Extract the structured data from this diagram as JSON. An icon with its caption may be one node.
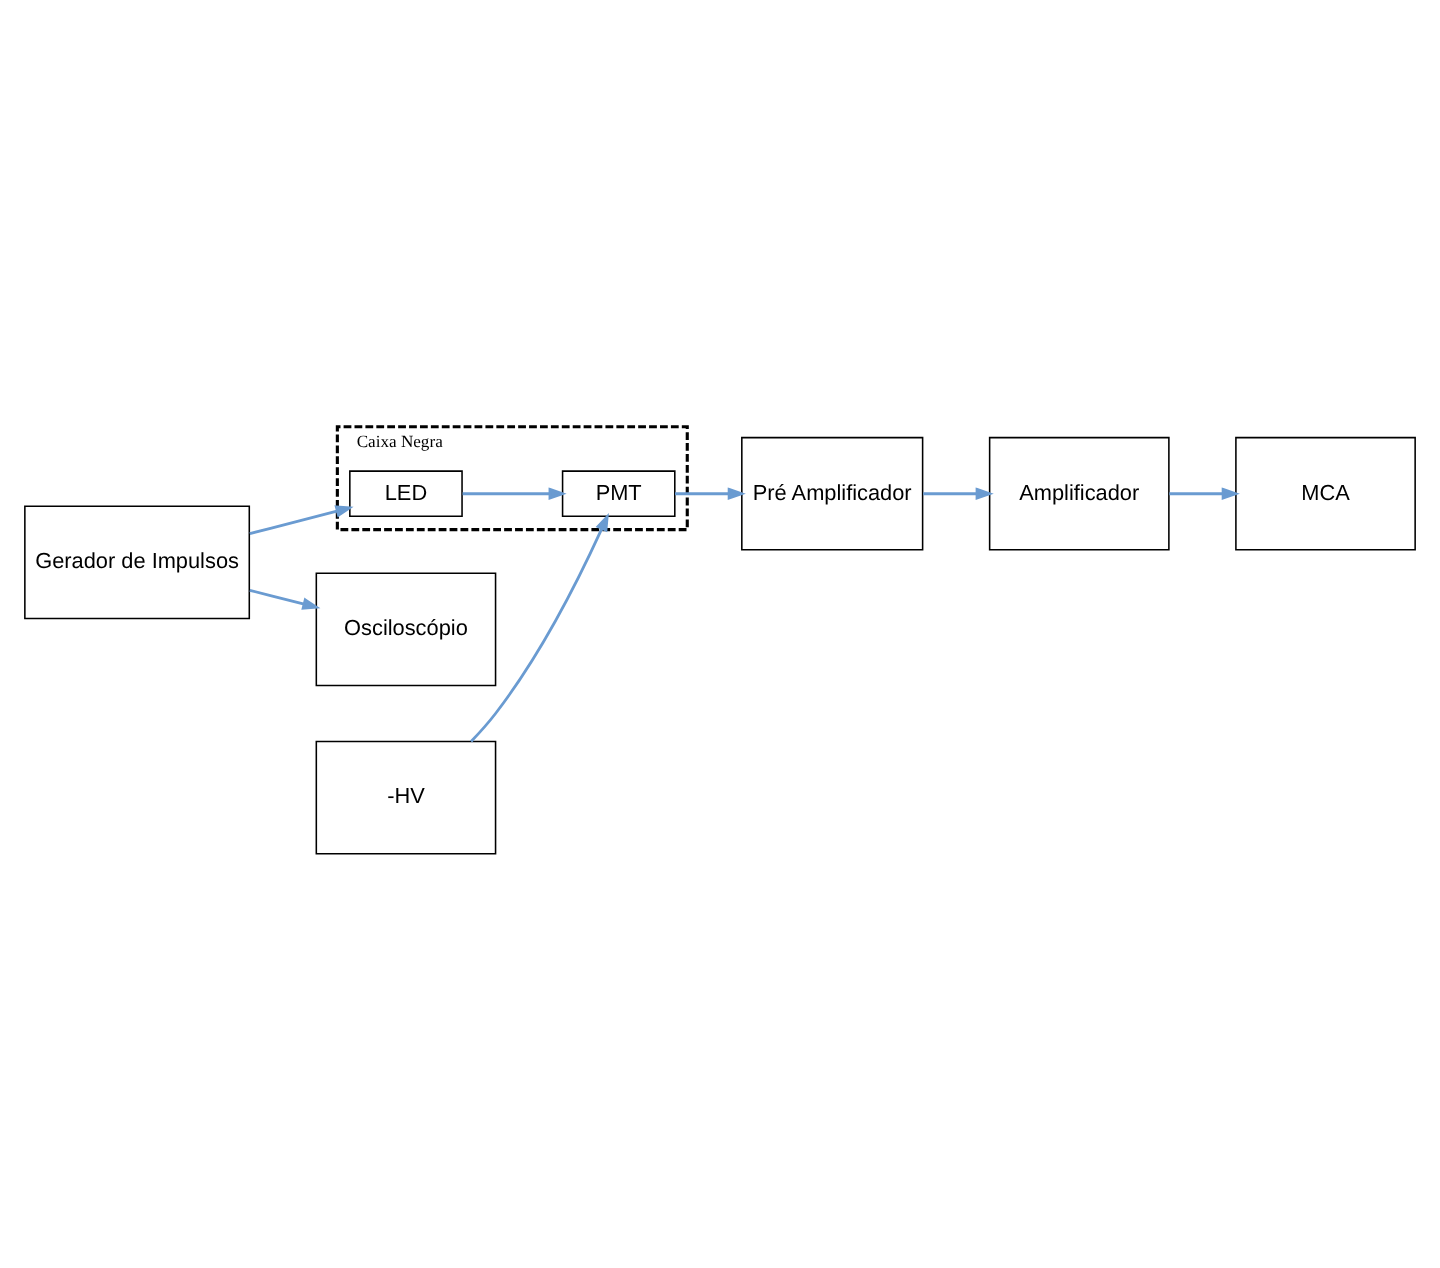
{
  "diagram": {
    "nodes": [
      {
        "text": [
          "Gerador de Impulsos"
        ]
      },
      {
        "text": [
          "Caixa Negra"
        ]
      },
      {
        "text": [
          "LED"
        ],
        "in": 1
      },
      {
        "text": [
          "PMT"
        ],
        "in": 1
      },
      {
        "text": [
          "-HV"
        ]
      },
      {
        "text": [
          "Pré Amplificador"
        ]
      },
      {
        "text": [
          "Amplificador"
        ]
      },
      {
        "text": [
          "Osciloscópio"
        ]
      },
      {
        "text": [
          "MCA"
        ]
      }
    ],
    "edges": [
      {
        "from": 0,
        "to": 2,
        "arrow": "to"
      },
      {
        "from": 0,
        "to": 7,
        "arrow": "to"
      },
      {
        "from": 2,
        "to": 3,
        "arrow": "to"
      },
      {
        "from": 4,
        "to": 3,
        "arrow": "to"
      },
      {
        "from": 3,
        "to": 5,
        "arrow": "to"
      },
      {
        "from": 5,
        "to": 6,
        "arrow": "to"
      },
      {
        "from": 6,
        "to": 8,
        "arrow": "to"
      }
    ]
  }
}
